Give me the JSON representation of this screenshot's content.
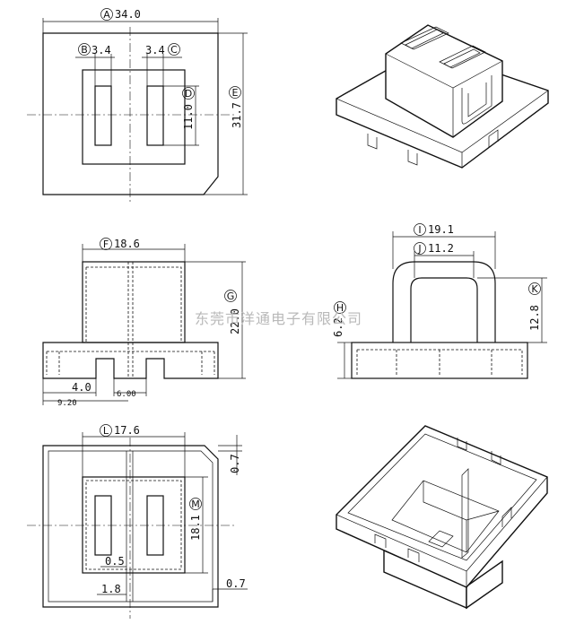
{
  "dimensions": {
    "top": {
      "A": {
        "bubble": "A",
        "value": "34.0"
      },
      "B": {
        "bubble": "B",
        "value": "3.4"
      },
      "C": {
        "bubble": "C",
        "value": "3.4"
      },
      "D": {
        "bubble": "D",
        "value": "11.0"
      },
      "E": {
        "bubble": "E",
        "value": "31.7"
      }
    },
    "front": {
      "F": {
        "bubble": "F",
        "value": "18.6"
      },
      "G": {
        "bubble": "G",
        "value": "22.0"
      },
      "left_offset": "4.0",
      "slot_width": "6.00",
      "base_offset": "9.20"
    },
    "side": {
      "I": {
        "bubble": "I",
        "value": "19.1"
      },
      "J": {
        "bubble": "J",
        "value": "11.2"
      },
      "K": {
        "bubble": "K",
        "value": "12.8"
      },
      "H": {
        "bubble": "H",
        "value": "6.2"
      }
    },
    "bottom": {
      "L": {
        "bubble": "L",
        "value": "17.6"
      },
      "M": {
        "bubble": "M",
        "value": "18.1"
      },
      "corner_top": "0.7",
      "corner_bottom": "0.7",
      "gap": "0.5",
      "wall": "1.8"
    }
  },
  "watermark": "东莞市洋通电子有限公司"
}
